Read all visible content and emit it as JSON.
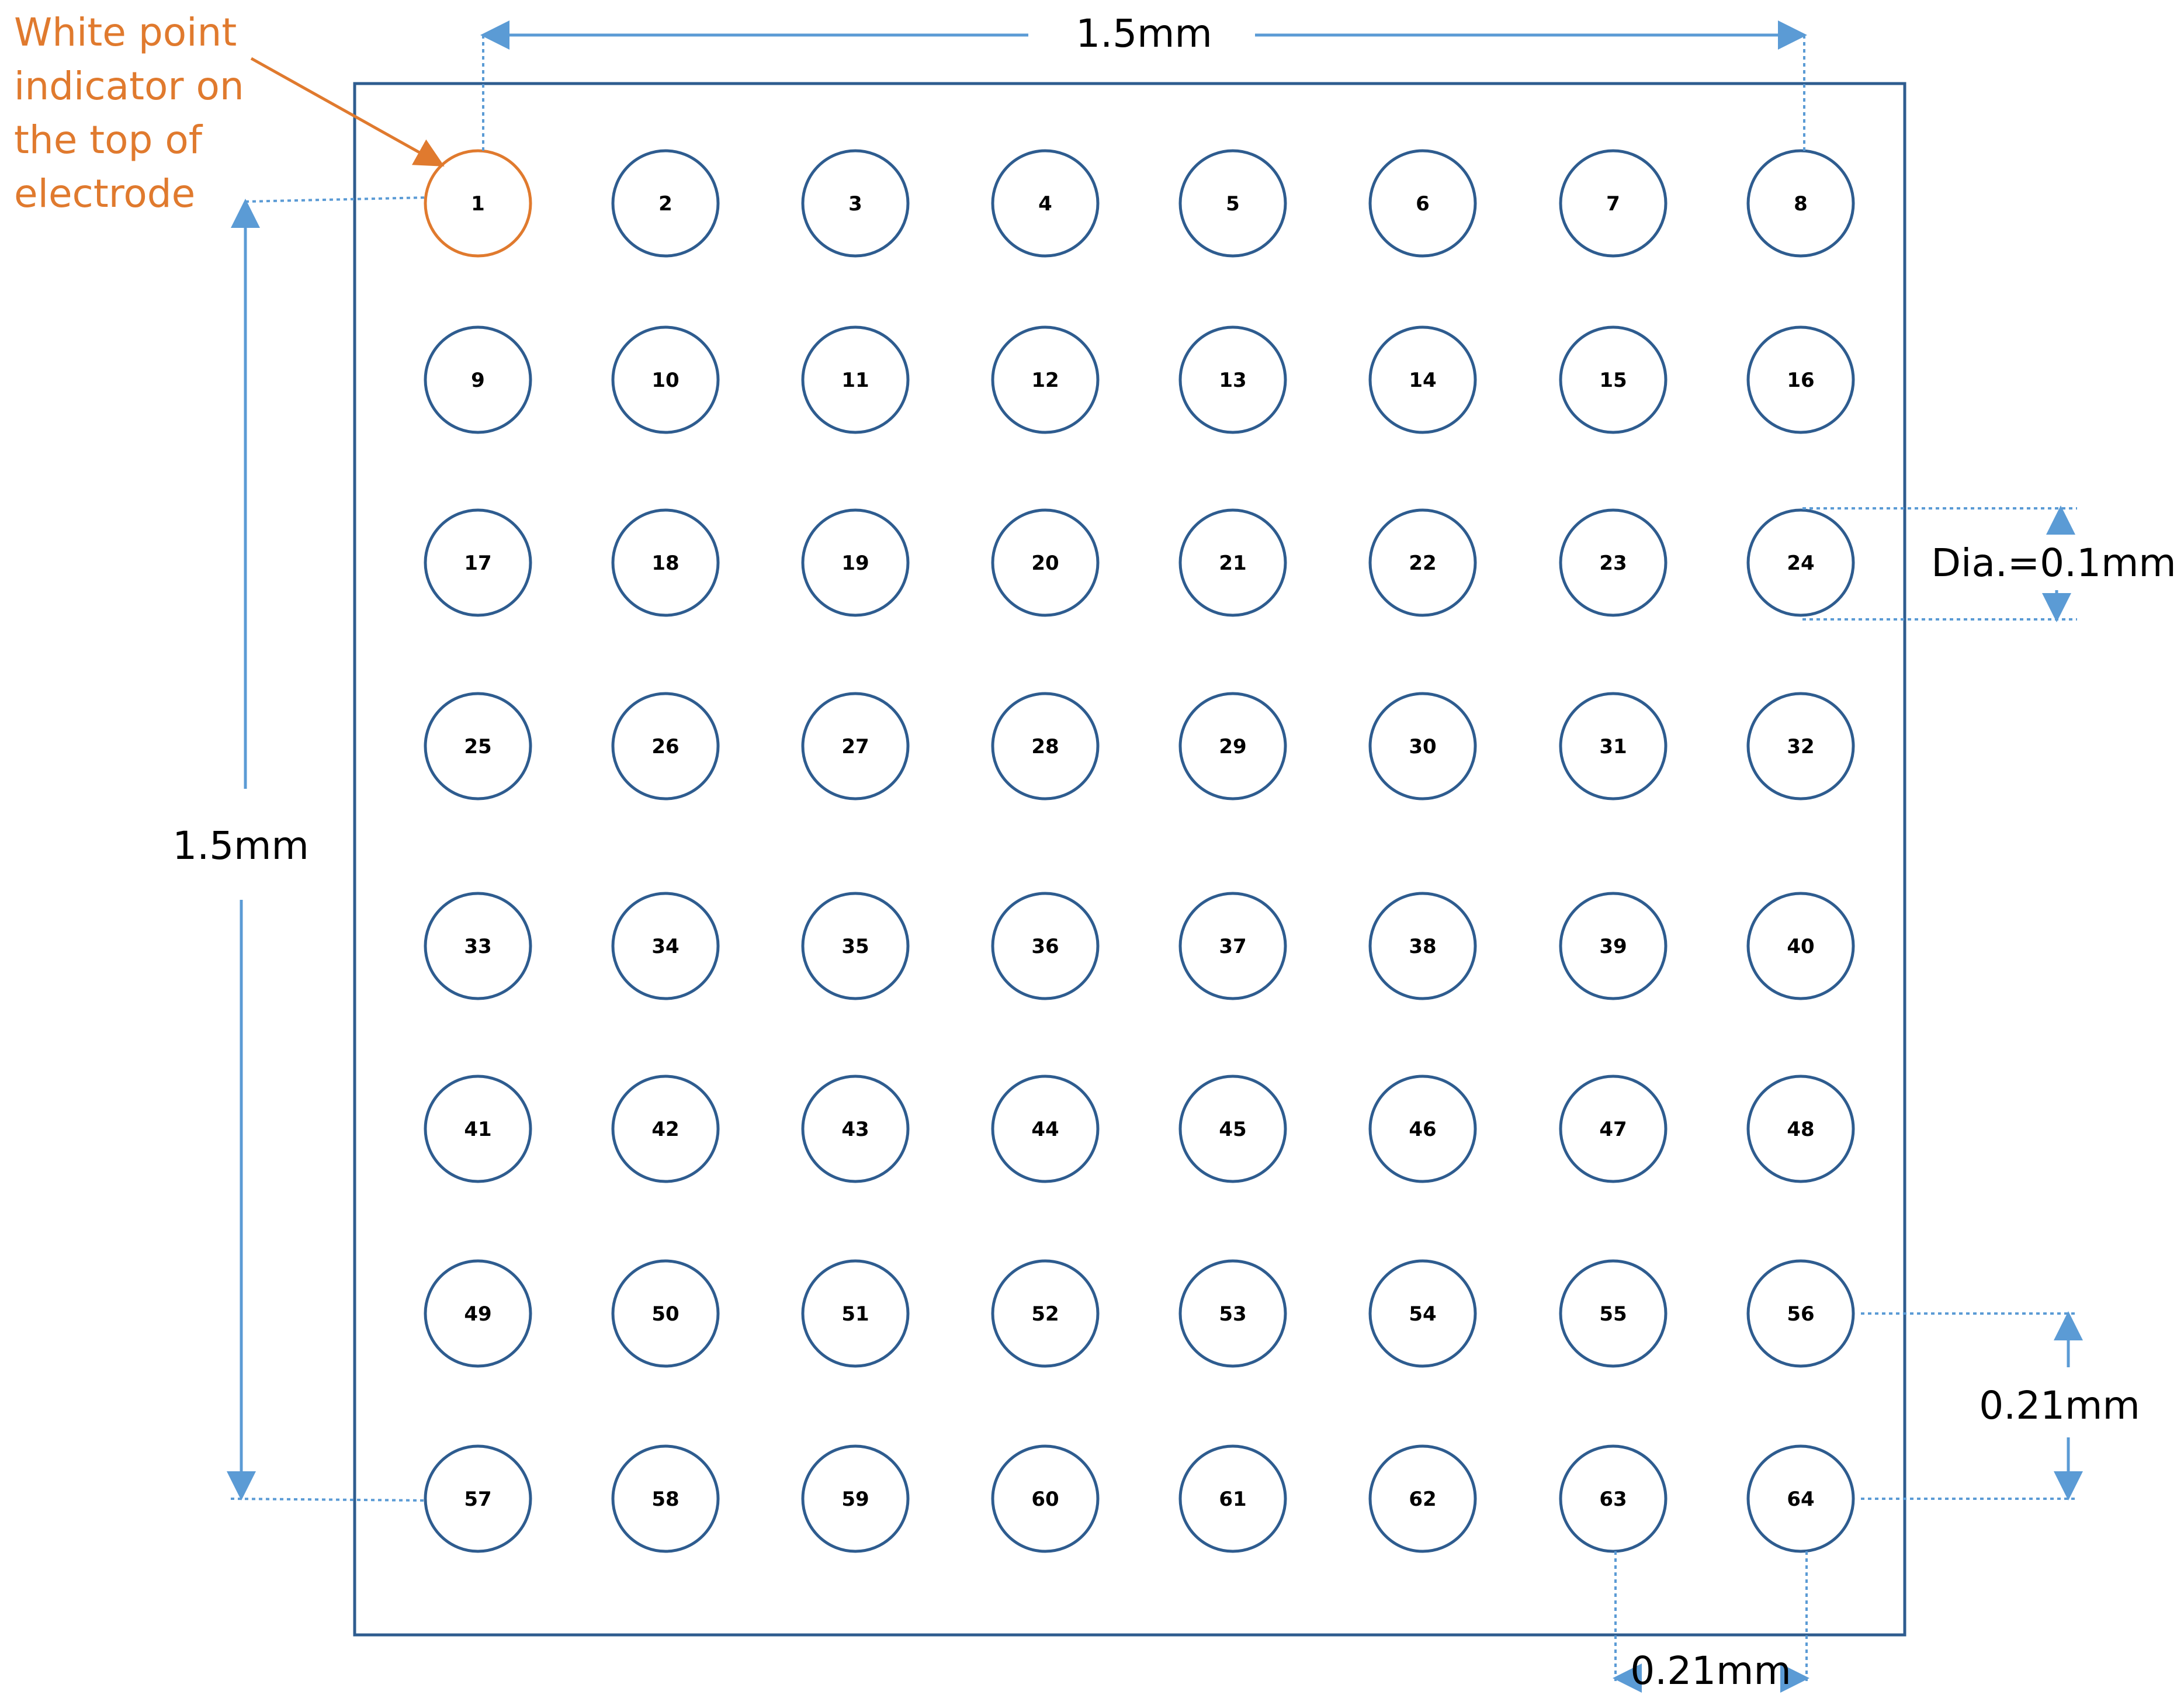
{
  "callout": {
    "lines": [
      "White point",
      "indicator on",
      "the top of",
      "electrode"
    ]
  },
  "dimensions": {
    "top_width": "1.5mm",
    "left_height": "1.5mm",
    "diameter": "Dia.=0.1mm",
    "pitch_vertical": "0.21mm",
    "pitch_horizontal": "0.21mm"
  },
  "grid": {
    "rows": 8,
    "columns": 8
  },
  "electrodes": [
    1,
    2,
    3,
    4,
    5,
    6,
    7,
    8,
    9,
    10,
    11,
    12,
    13,
    14,
    15,
    16,
    17,
    18,
    19,
    20,
    21,
    22,
    23,
    24,
    25,
    26,
    27,
    28,
    29,
    30,
    31,
    32,
    33,
    34,
    35,
    36,
    37,
    38,
    39,
    40,
    41,
    42,
    43,
    44,
    45,
    46,
    47,
    48,
    49,
    50,
    51,
    52,
    53,
    54,
    55,
    56,
    57,
    58,
    59,
    60,
    61,
    62,
    63,
    64
  ],
  "highlighted_electrode": 1,
  "colors": {
    "outline": "#2e5c8f",
    "dimension": "#5b9bd5",
    "callout": "#e07a2e",
    "text": "#000000"
  }
}
